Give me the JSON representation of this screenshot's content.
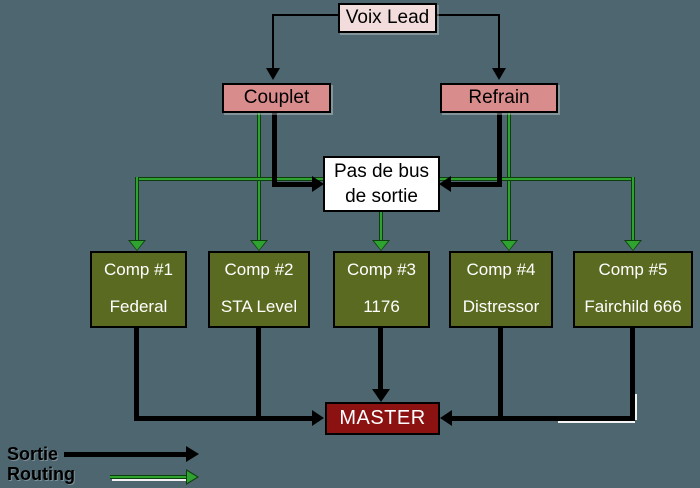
{
  "colors": {
    "background": "#4D6670",
    "source_box_fill": "#F2DCDC",
    "section_box_fill": "#D98C8C",
    "bus_box_fill": "#FFFFFF",
    "comp_box_fill": "#5A6B21",
    "master_box_fill": "#8C1212",
    "sortie_line": "#000000",
    "routing_line": "#2FA32F"
  },
  "nodes": {
    "voix_lead": {
      "label": "Voix Lead"
    },
    "couplet": {
      "label": "Couplet"
    },
    "refrain": {
      "label": "Refrain"
    },
    "bus": {
      "line1": "Pas de bus",
      "line2": "de sortie"
    },
    "comp1": {
      "title": "Comp #1",
      "name": "Federal"
    },
    "comp2": {
      "title": "Comp #2",
      "name": "STA Level"
    },
    "comp3": {
      "title": "Comp #3",
      "name": "1176"
    },
    "comp4": {
      "title": "Comp #4",
      "name": "Distressor"
    },
    "comp5": {
      "title": "Comp #5",
      "name": "Fairchild 666"
    },
    "master": {
      "label": "MASTER"
    }
  },
  "legend": {
    "sortie": {
      "label": "Sortie",
      "color": "#000000"
    },
    "routing": {
      "label": "Routing",
      "color": "#2FA32F"
    }
  }
}
